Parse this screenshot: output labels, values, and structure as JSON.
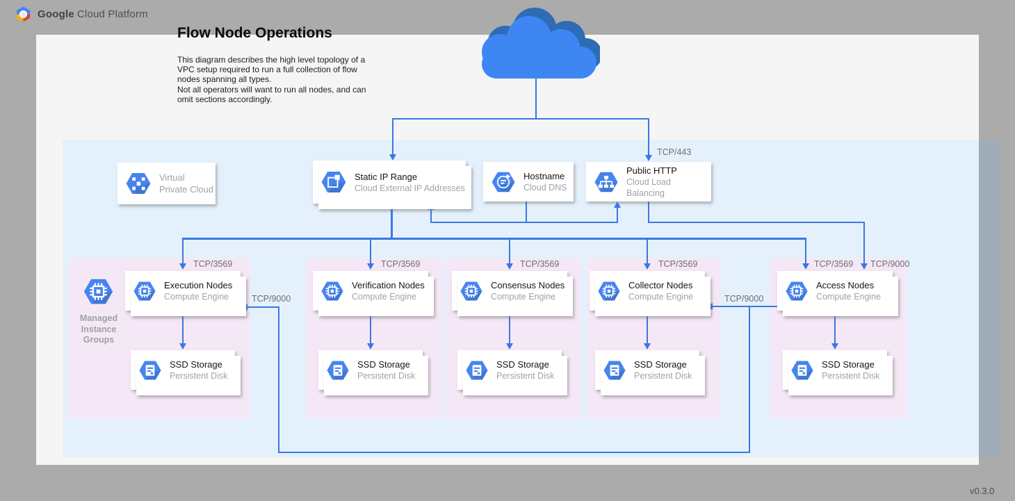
{
  "header": {
    "brand_bold": "Google",
    "brand_rest": "Cloud Platform"
  },
  "title": "Flow Node Operations",
  "description": "This diagram describes the high level topology of a\nVPC setup required to run a full collection of flow\nnodes spanning all types.\nNot all operators will want to run all nodes, and can\nomit sections accordingly.",
  "version": "v0.3.0",
  "ports": {
    "https": "TCP/443",
    "node": "TCP/3569",
    "collection": "TCP/9000"
  },
  "cards": {
    "vpc": {
      "label": "Virtual\nPrivate Cloud"
    },
    "static_ip": {
      "title": "Static IP Range",
      "subtitle": "Cloud External IP Addresses"
    },
    "hostname": {
      "title": "Hostname",
      "subtitle": "Cloud DNS"
    },
    "public_http": {
      "title": "Public HTTP",
      "subtitle": "Cloud Load Balancing"
    },
    "execution": {
      "title": "Execution Nodes",
      "subtitle": "Compute Engine"
    },
    "verification": {
      "title": "Verification Nodes",
      "subtitle": "Compute Engine"
    },
    "consensus": {
      "title": "Consensus Nodes",
      "subtitle": "Compute Engine"
    },
    "collector": {
      "title": "Collector Nodes",
      "subtitle": "Compute Engine"
    },
    "access": {
      "title": "Access Nodes",
      "subtitle": "Compute Engine"
    },
    "ssd": {
      "title": "SSD Storage",
      "subtitle": "Persistent Disk"
    }
  },
  "mig_label": "Managed\nInstance\nGroups",
  "colors": {
    "connector_blue": "#3B77E3",
    "icon_blue": "#4684EE",
    "panel_pink": "#F5E8F6",
    "vpc_fill": "#E4F1FC",
    "cloud_front": "#3E87F3",
    "cloud_back": "#2E6CB5",
    "background_gray": "#ABABAB",
    "canvas": "#F5F5F5"
  }
}
